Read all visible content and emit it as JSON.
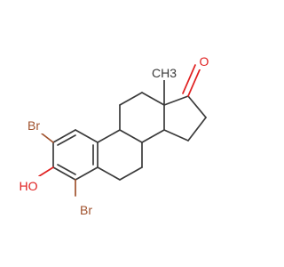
{
  "molecule": {
    "labels": {
      "bromine_top": "Br",
      "hydroxyl": "HO",
      "bromine_bottom": "Br",
      "ketone_oxygen": "O",
      "methyl": "CH3"
    },
    "colors": {
      "bond": "#3a3a3a",
      "oxygen": "#e02020",
      "bromine": "#a0522d",
      "background": "#ffffff"
    }
  }
}
